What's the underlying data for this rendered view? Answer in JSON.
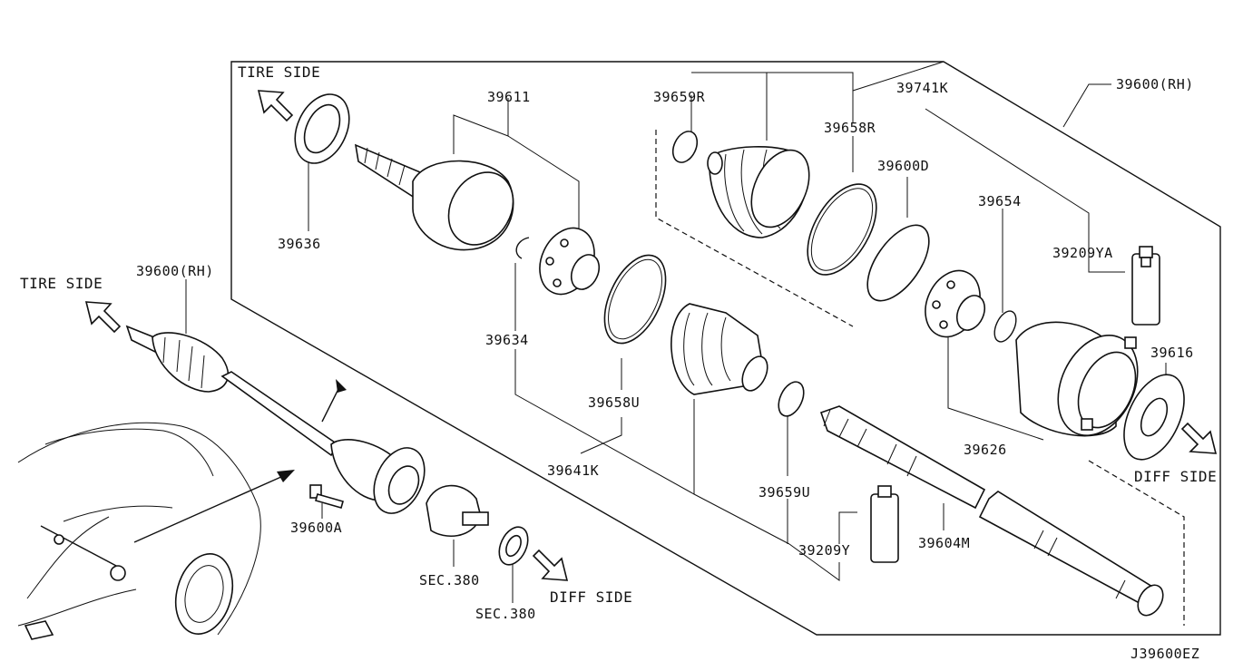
{
  "labels": {
    "tire_side_top": "TIRE SIDE",
    "tire_side_left": "TIRE SIDE",
    "diff_side_right": "DIFF SIDE",
    "diff_side_bottom": "DIFF SIDE",
    "p39600_rh_top": "39600(RH)",
    "p39600_rh_left": "39600(RH)",
    "p39741k": "39741K",
    "p39611": "39611",
    "p39659r": "39659R",
    "p39658r": "39658R",
    "p39600d": "39600D",
    "p39654": "39654",
    "p39209ya": "39209YA",
    "p39636": "39636",
    "p39634": "39634",
    "p39658u": "39658U",
    "p39616": "39616",
    "p39626": "39626",
    "p39641k": "39641K",
    "p39659u": "39659U",
    "p39209y": "39209Y",
    "p39604m": "39604M",
    "p39600a": "39600A",
    "sec380_a": "SEC.380",
    "sec380_b": "SEC.380",
    "diagram_code": "J39600EZ"
  }
}
